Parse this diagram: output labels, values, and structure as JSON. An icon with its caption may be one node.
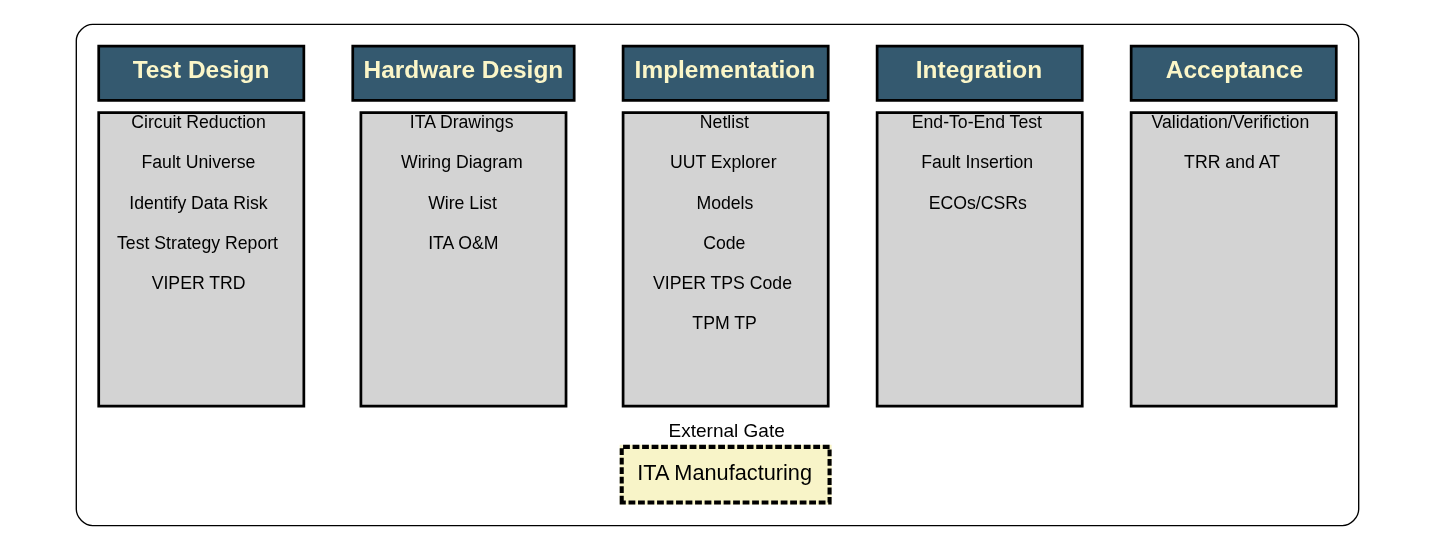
{
  "diagram": {
    "nodes": [
      {
        "text": [],
        "shape": "box"
      },
      {
        "text": [
          "Test Design"
        ],
        "in": 0
      },
      {
        "text": [
          "Circuit Reduction",
          "Fault Universe",
          "Identify Data Risk",
          "Test Strategy Report",
          "VIPER TRD"
        ],
        "in": 0
      },
      {
        "text": [
          "Hardware Design"
        ],
        "in": 0
      },
      {
        "text": [
          "ITA Drawings",
          "Wiring Diagram",
          "Wire List",
          "ITA O&M"
        ],
        "in": 0
      },
      {
        "text": [
          "Implementation"
        ],
        "in": 0
      },
      {
        "text": [
          "Netlist",
          "UUT Explorer",
          "Models",
          "Code",
          "VIPER TPS Code",
          "TPM TP"
        ],
        "in": 0
      },
      {
        "text": [
          "Integration"
        ],
        "in": 0
      },
      {
        "text": [
          "End-To-End Test",
          "Fault Insertion",
          "ECOs/CSRs"
        ],
        "in": 0
      },
      {
        "text": [
          "Acceptance"
        ],
        "in": 0
      },
      {
        "text": [
          "Validation/Verifiction",
          "TRR and AT"
        ],
        "in": 0
      },
      {
        "text": [
          "External Gate",
          "ITA Manufacturing"
        ],
        "in": 0
      }
    ],
    "edges": []
  }
}
